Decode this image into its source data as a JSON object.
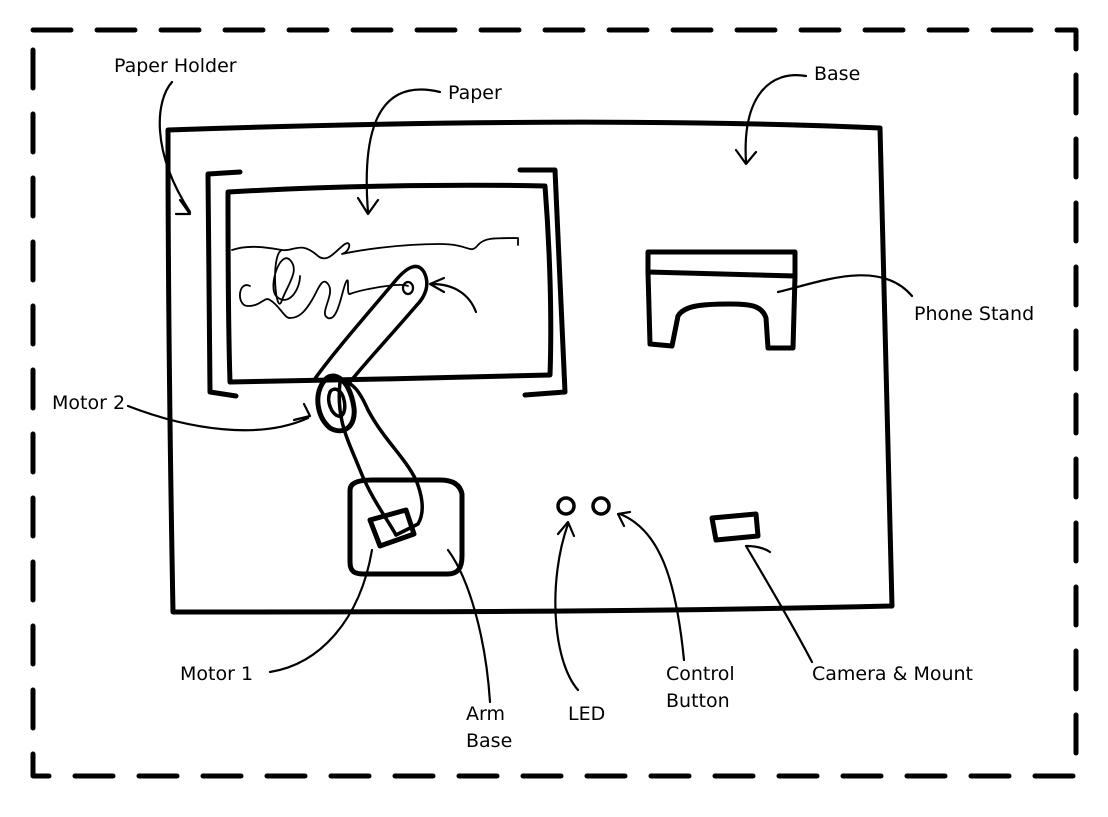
{
  "labels": {
    "paper_holder": "Paper Holder",
    "paper": "Paper",
    "base": "Base",
    "phone_stand": "Phone Stand",
    "motor_2": "Motor 2",
    "motor_1": "Motor 1",
    "arm_base": [
      "Arm",
      "Base"
    ],
    "led": "LED",
    "control_button": [
      "Control",
      "Button"
    ],
    "camera_mount": "Camera & Mount"
  },
  "colors": {
    "ink": "#000000",
    "background": "#ffffff"
  }
}
